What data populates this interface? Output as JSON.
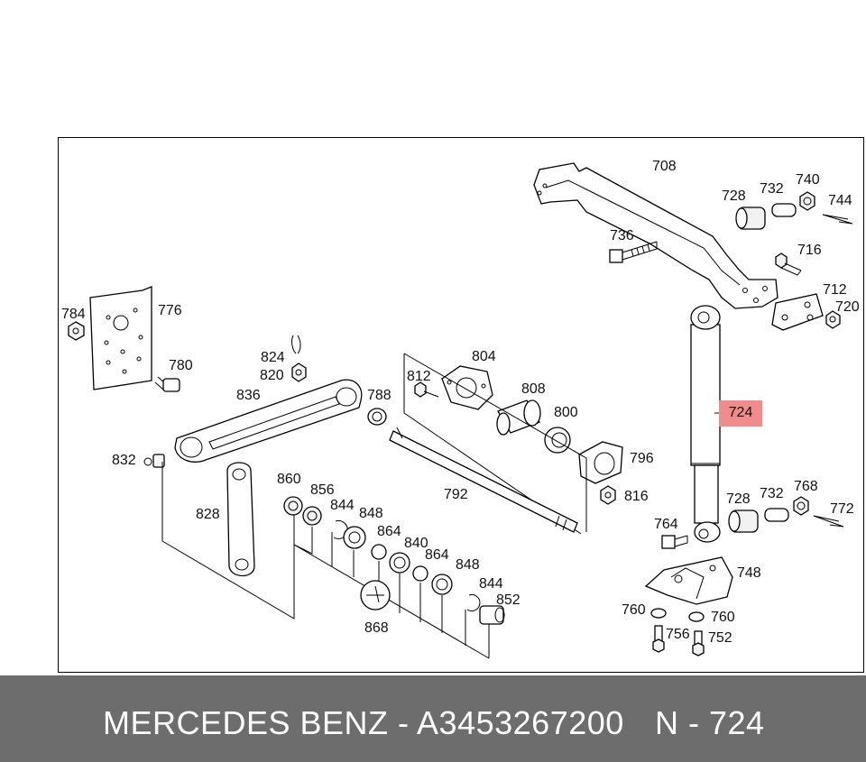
{
  "labels": {
    "l708": "708",
    "l728a": "728",
    "l732a": "732",
    "l740": "740",
    "l744": "744",
    "l736": "736",
    "l716": "716",
    "l712": "712",
    "l720": "720",
    "l784": "784",
    "l776": "776",
    "l780": "780",
    "l824": "824",
    "l820": "820",
    "l836": "836",
    "l788": "788",
    "l804": "804",
    "l812": "812",
    "l808": "808",
    "l800": "800",
    "l796": "796",
    "l816": "816",
    "l792": "792",
    "l832": "832",
    "l828": "828",
    "l860": "860",
    "l856": "856",
    "l844a": "844",
    "l848a": "848",
    "l864a": "864",
    "l840": "840",
    "l864b": "864",
    "l848b": "848",
    "l844b": "844",
    "l852": "852",
    "l868": "868",
    "l728b": "728",
    "l732b": "732",
    "l768": "768",
    "l772": "772",
    "l764": "764",
    "l748": "748",
    "l760a": "760",
    "l760b": "760",
    "l756": "756",
    "l752": "752"
  },
  "highlight": {
    "label": "724",
    "color": "#f08c8c"
  },
  "footer": {
    "brand": "MERCEDES BENZ - A3453267200",
    "part_ref": "N - 724",
    "background": "#6d6d6d"
  }
}
